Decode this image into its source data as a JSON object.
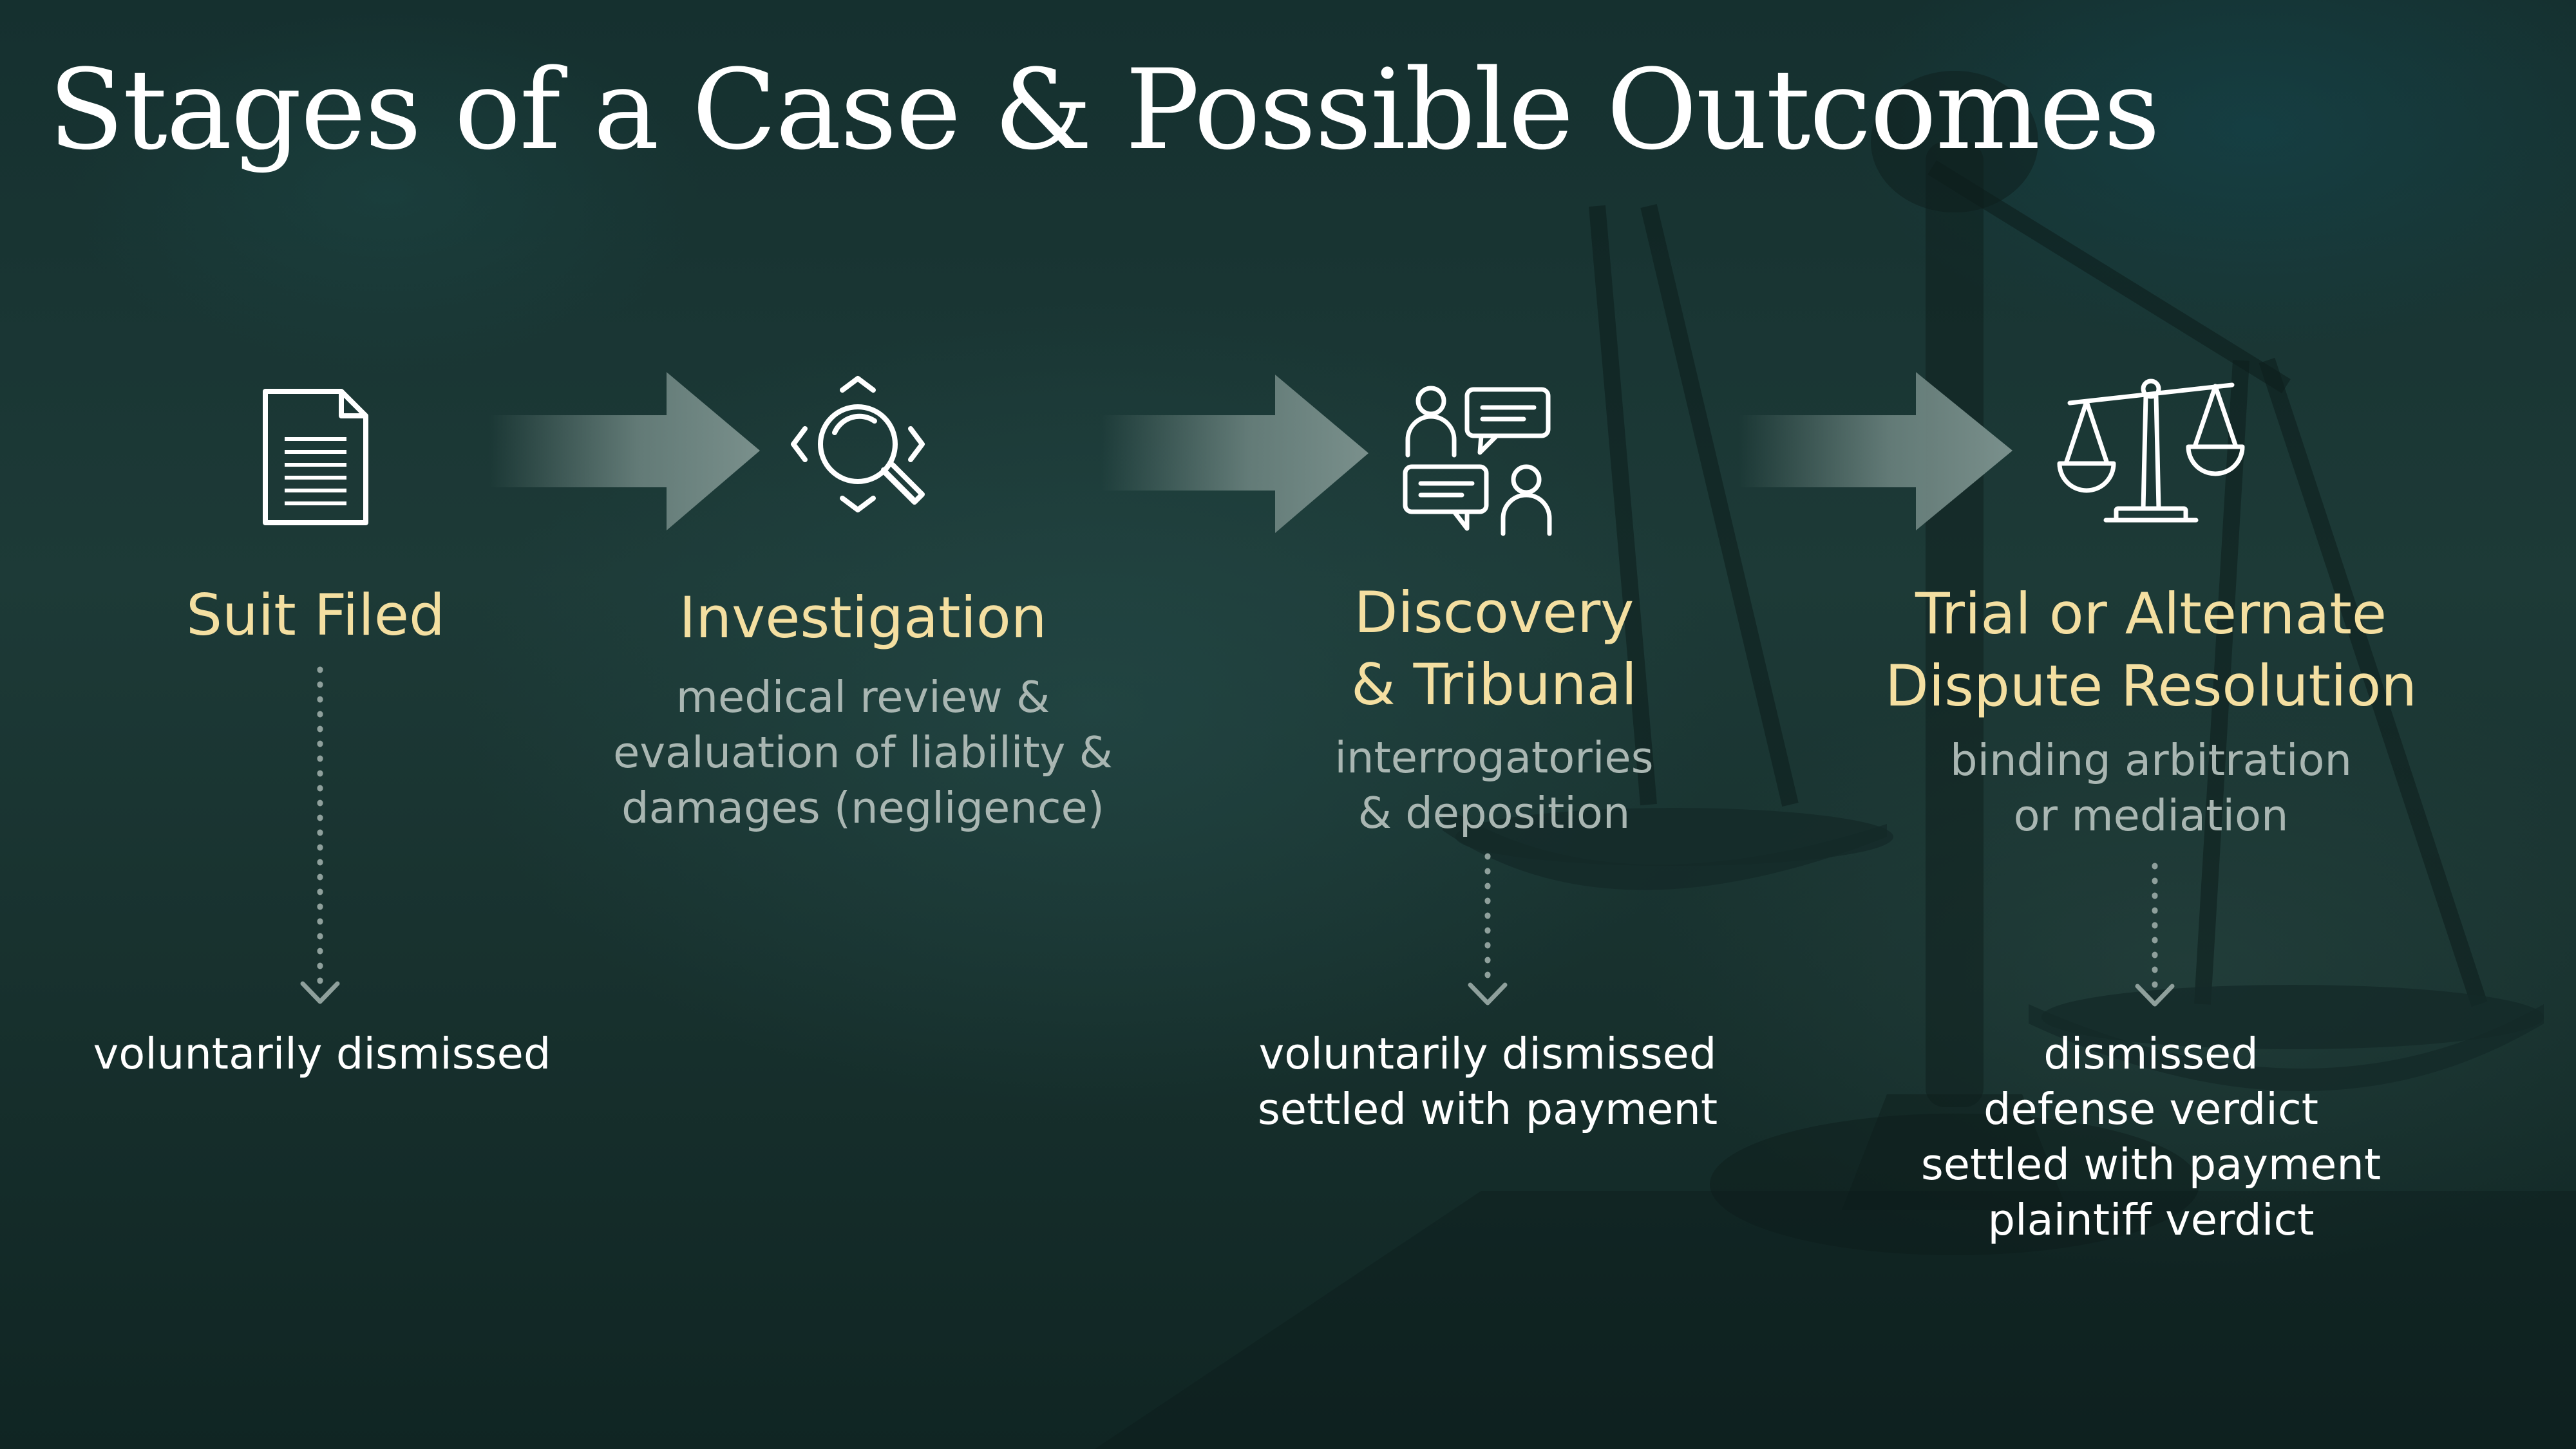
{
  "title": "Stages of a Case & Possible Outcomes",
  "colors": {
    "stage_name": "#f4dfa1",
    "description": "#a9b6b2",
    "outcome": "#ffffff",
    "arrow": "#6f8682"
  },
  "stages": [
    {
      "icon": "document-icon",
      "name_lines": [
        "Suit Filed"
      ],
      "description_lines": [],
      "outcomes": [
        "voluntarily dismissed"
      ]
    },
    {
      "icon": "magnifier-icon",
      "name_lines": [
        "Investigation"
      ],
      "description_lines": [
        "medical review &",
        "evaluation of liability &",
        "damages (negligence)"
      ],
      "outcomes": []
    },
    {
      "icon": "people-chat-icon",
      "name_lines": [
        "Discovery",
        "& Tribunal"
      ],
      "description_lines": [
        "interrogatories",
        "& deposition"
      ],
      "outcomes": [
        "voluntarily dismissed",
        "settled with payment"
      ]
    },
    {
      "icon": "scales-icon",
      "name_lines": [
        "Trial or Alternate",
        "Dispute Resolution"
      ],
      "description_lines": [
        "binding arbitration",
        "or mediation"
      ],
      "outcomes": [
        "dismissed",
        "defense verdict",
        "settled with payment",
        "plaintiff verdict"
      ]
    }
  ]
}
